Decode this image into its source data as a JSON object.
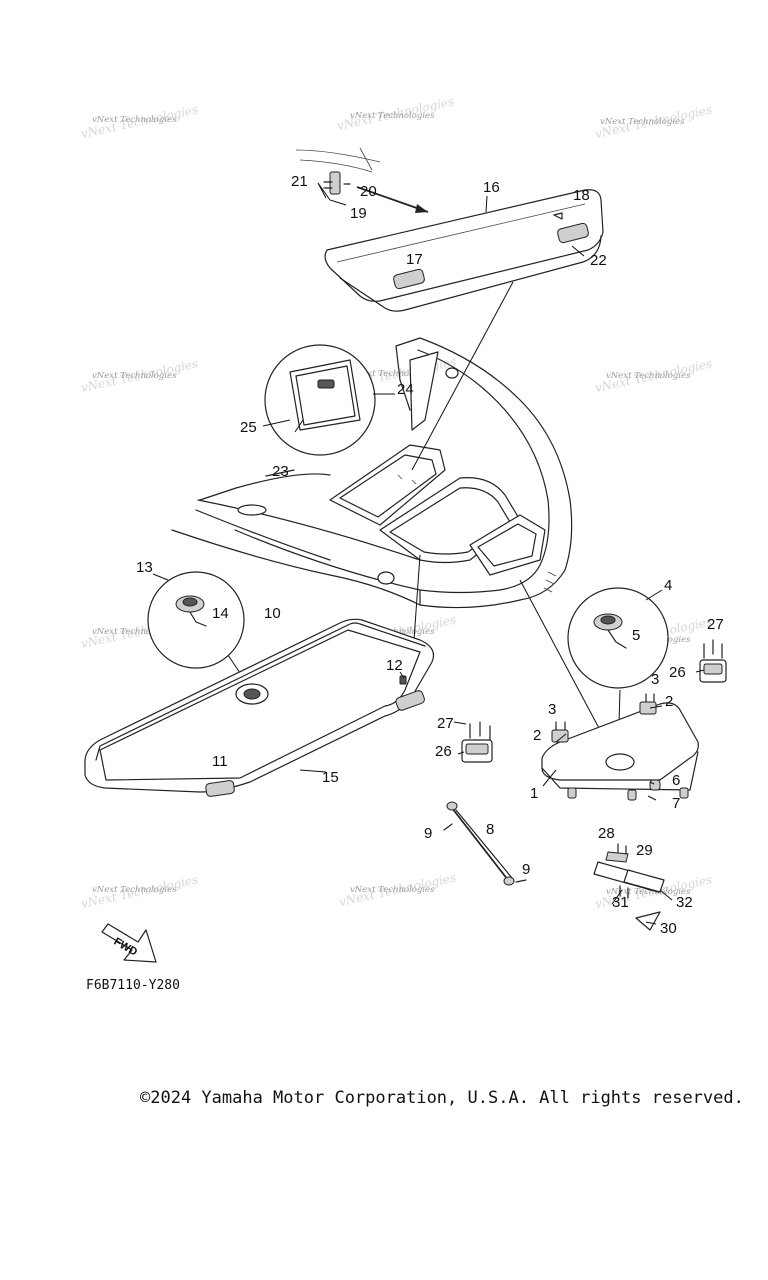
{
  "callouts": [
    "1",
    "2",
    "2",
    "3",
    "3",
    "4",
    "5",
    "6",
    "7",
    "8",
    "9",
    "9",
    "10",
    "11",
    "12",
    "13",
    "14",
    "15",
    "16",
    "17",
    "18",
    "19",
    "20",
    "21",
    "22",
    "23",
    "24",
    "25",
    "26",
    "26",
    "27",
    "27",
    "28",
    "29",
    "30",
    "31",
    "32"
  ],
  "watermark": "vNext Technologies",
  "fwd_label": "FWD",
  "diagram_code": "F6B7110-Y280",
  "copyright": "©2024 Yamaha Motor Corporation, U.S.A. All rights reserved."
}
